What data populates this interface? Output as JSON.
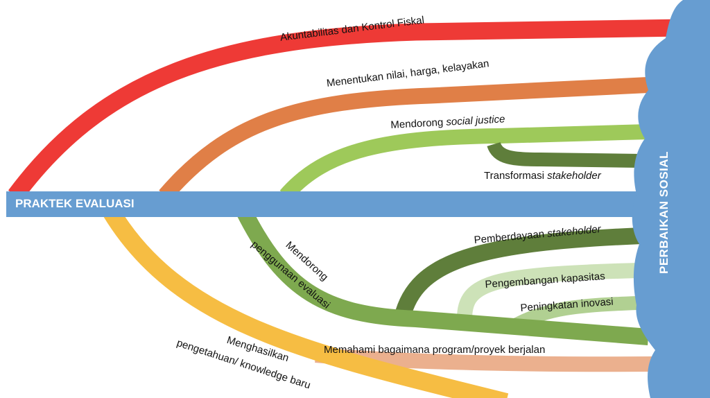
{
  "source": "PRAKTEK EVALUASI",
  "target": "PERBAIKAN SOSIAL",
  "branches": {
    "akuntabilitas": "Akuntabilitas dan Kontrol Fiskal",
    "menentukan": "Menentukan nilai, harga, kelayakan",
    "social_justice_a": "Mendorong ",
    "social_justice_b": "social justice",
    "transformasi_a": "Transformasi ",
    "transformasi_b": "stakeholder",
    "penggunaan_1": "Mendorong",
    "penggunaan_2": "penggunaan evaluasi",
    "pemberdayaan_a": "Pemberdayaan ",
    "pemberdayaan_b": "stakeholder",
    "kapasitas": "Pengembangan kapasitas",
    "inovasi": "Peningkatan inovasi",
    "memahami": "Memahami bagaimana program/proyek berjalan",
    "menghasilkan_1": "Menghasilkan",
    "menghasilkan_2": "pengetahuan/ knowledge baru"
  },
  "colors": {
    "blue": "#679dd1",
    "red": "#ee3a36",
    "orange": "#e07f47",
    "light_green": "#9ec95a",
    "dark_green": "#5f7e3b",
    "mid_green": "#7ea94f",
    "pale_green": "#cde2b8",
    "soft_green": "#b1d092",
    "peach": "#ebb08e",
    "yellow": "#f6bd43"
  }
}
